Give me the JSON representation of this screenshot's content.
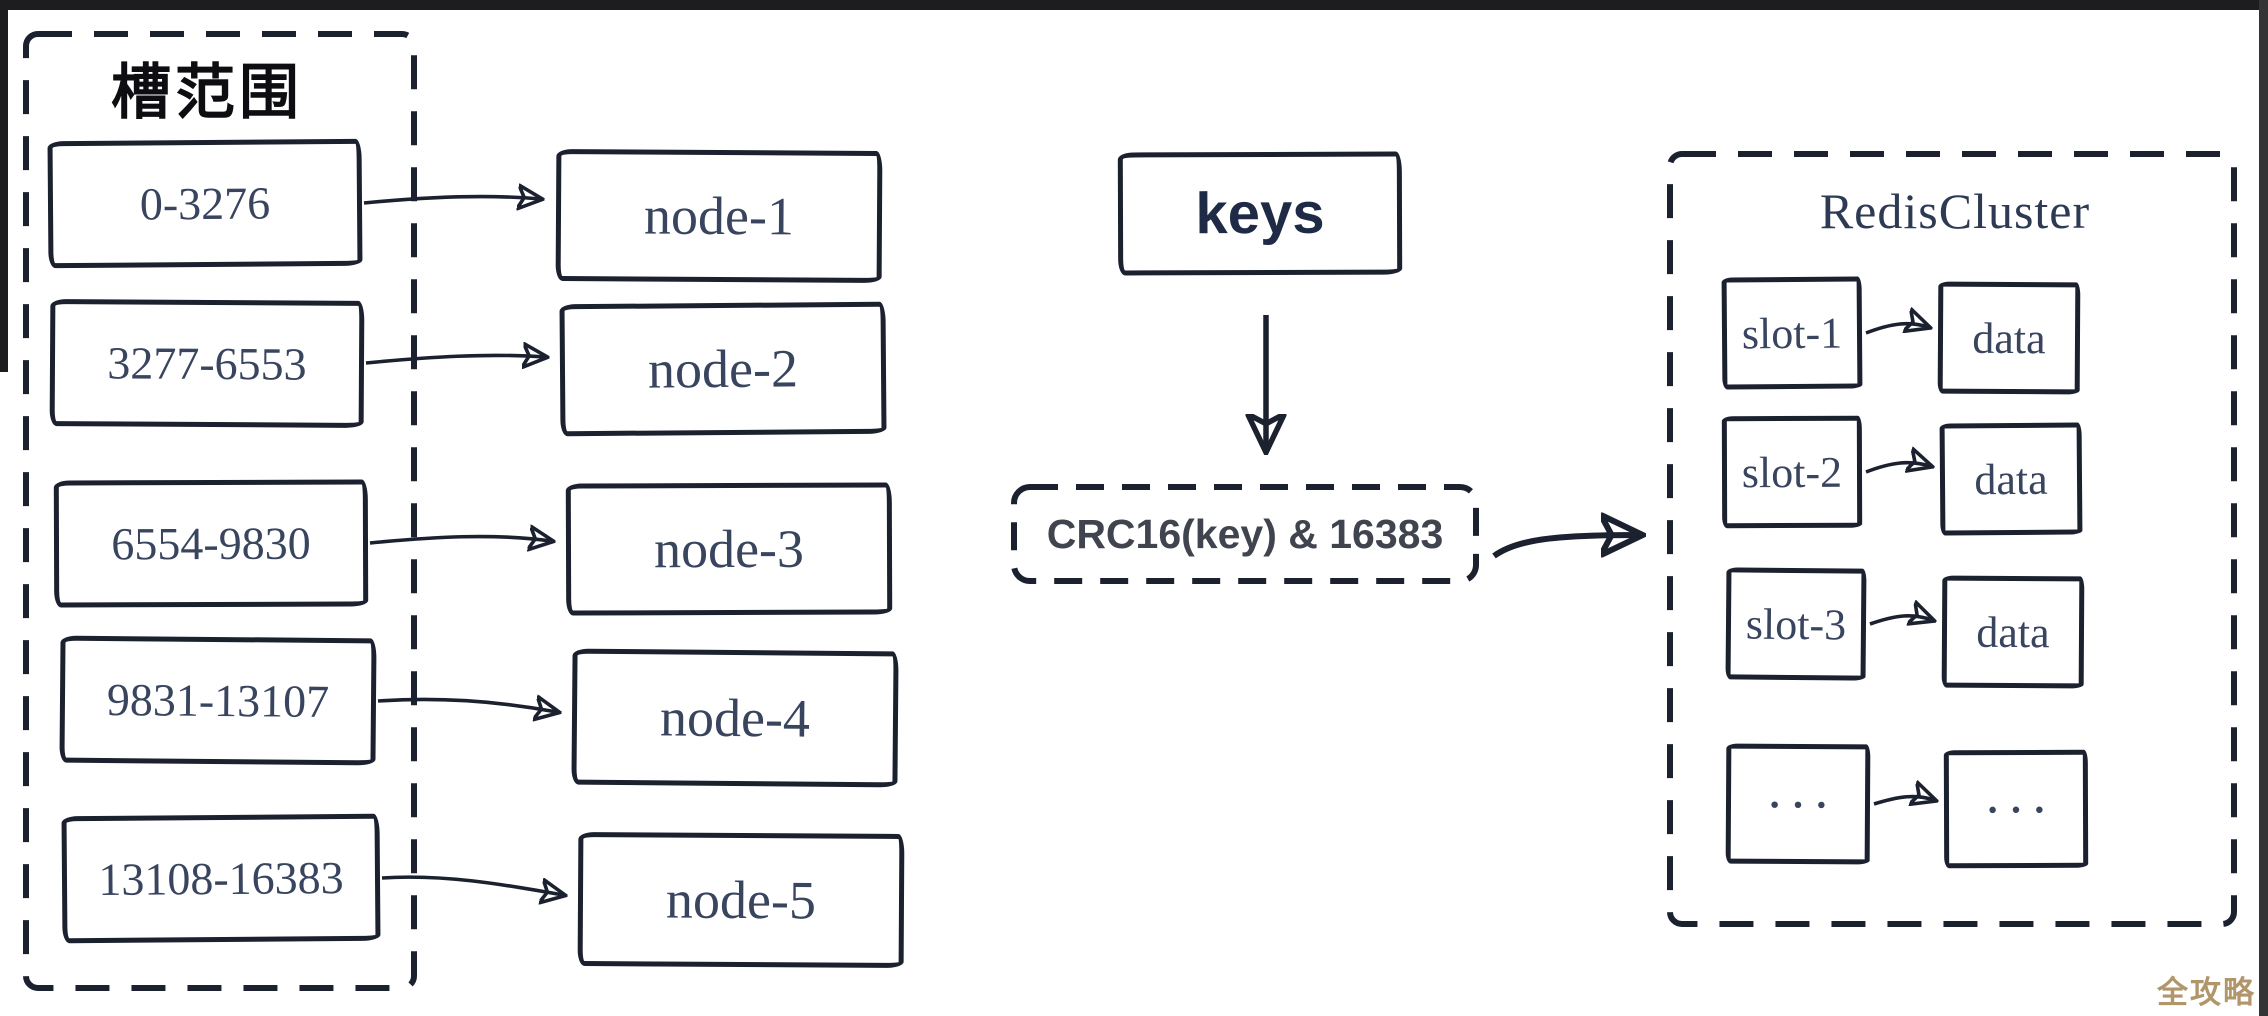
{
  "frame": {
    "background": "#ffffff",
    "edge_bar_color": "#1d1d1f",
    "ink_color": "#1c2130"
  },
  "slot_range_panel": {
    "title": "槽范围",
    "slots": [
      {
        "label": "0-3276"
      },
      {
        "label": "3277-6553"
      },
      {
        "label": "6554-9830"
      },
      {
        "label": "9831-13107"
      },
      {
        "label": "13108-16383"
      }
    ]
  },
  "nodes": [
    {
      "label": "node-1"
    },
    {
      "label": "node-2"
    },
    {
      "label": "node-3"
    },
    {
      "label": "node-4"
    },
    {
      "label": "node-5"
    }
  ],
  "hash_flow": {
    "keys_label": "keys",
    "formula_label": "CRC16(key) & 16383"
  },
  "redis_cluster_panel": {
    "title": "RedisCluster",
    "rows": [
      {
        "slot": "slot-1",
        "data": "data"
      },
      {
        "slot": "slot-2",
        "data": "data"
      },
      {
        "slot": "slot-3",
        "data": "data"
      },
      {
        "slot": "···",
        "data": "···"
      }
    ]
  },
  "watermark": {
    "text": "全攻略",
    "color": "#b2966b"
  },
  "text_colors": {
    "serif_labels": "#39455f",
    "keys": "#1f2a47",
    "formula": "#3f444e",
    "panel_title": "#0e0e12"
  }
}
